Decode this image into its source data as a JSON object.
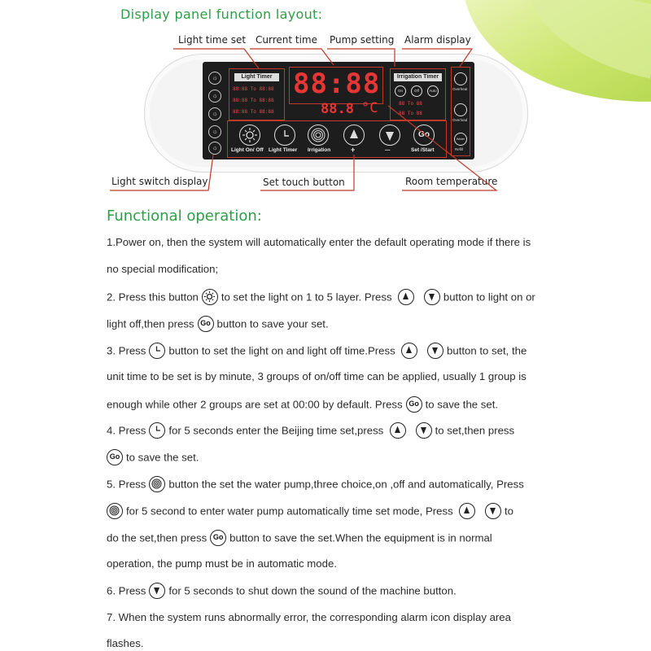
{
  "header": {
    "title": "Display panel function layout:",
    "callouts": {
      "light_time_set": "Light time set",
      "current_time": "Current time",
      "pump_setting": "Pump setting",
      "alarm_display": "Alarm display",
      "light_switch_display": "Light switch display",
      "set_touch_button": "Set touch button",
      "room_temperature": "Room temperature"
    }
  },
  "panel": {
    "light_timer_title": "Light Timer",
    "timer_rows": [
      "88:88 To 88:88",
      "88:88 To 88:88",
      "88:88 To 88:88"
    ],
    "clock_display": "88:88",
    "temperature_display": "88.8",
    "temperature_unit": "°C",
    "irrigation_timer_title": "Irrigation Timer",
    "irrigation_buttons": [
      "On",
      "Off",
      "Auto"
    ],
    "irrigation_rows": [
      "88 To 88",
      "88 To 88"
    ],
    "buttons": {
      "light_on_off": "Light On/ Off",
      "light_timer": "Light Timer",
      "irrigation": "Irrigation",
      "plus": "+",
      "minus": "—",
      "go": "Go",
      "set_start": "Set /Start"
    },
    "alarms": {
      "overheat": "Overheat",
      "overload": "Overload",
      "water": "Water",
      "refill": "Refill"
    }
  },
  "section2": {
    "title": "Functional operation:"
  },
  "instructions": {
    "p1_line1": "1.Power on, then the system will automatically enter the default operating mode if there is",
    "p1_line2": "no special modification;",
    "p2_a": "2. Press this button",
    "p2_b": "to set the light on 1 to 5 layer. Press",
    "p2_c": "button to light on or",
    "p2_d": "light off,then press",
    "p2_e": "button to save your set.",
    "p3_a": "3. Press",
    "p3_b": "button to set the light on and light off time.Press",
    "p3_c": "button to set, the",
    "p3_line2": "unit time to be set is by minute, 3 groups of on/off time can be applied, usually 1 group is",
    "p3_d": "enough while other 2 groups are set at 00:00 by default. Press",
    "p3_e": "to save the set.",
    "p4_a": "4. Press",
    "p4_b": "for 5 seconds enter the Beijing time set,press",
    "p4_c": "to set,then press",
    "p4_d": "to save the set.",
    "p5_a": "5. Press",
    "p5_b": "button the set the water pump,three choice,on ,off and automatically, Press",
    "p5_c": "for 5 second to enter water pump automatically time set mode, Press",
    "p5_d": "to",
    "p5_e": "do the set,then press",
    "p5_f": "button to save the set.When the equipment is in normal",
    "p5_line4": "operation, the pump must be in automatic mode.",
    "p6_a": "6. Press",
    "p6_b": "for 5 seconds to shut down the sound of the machine button.",
    "p7_line1": "7. When the system runs abnormally error, the corresponding alarm icon display area",
    "p7_line2": "flashes.",
    "go_icon_text": "Go"
  },
  "colors": {
    "accent_green": "#2e9e46",
    "callout_red": "#c0392b",
    "lcd_red": "#e83535",
    "panel_black": "#1d1d1d"
  }
}
